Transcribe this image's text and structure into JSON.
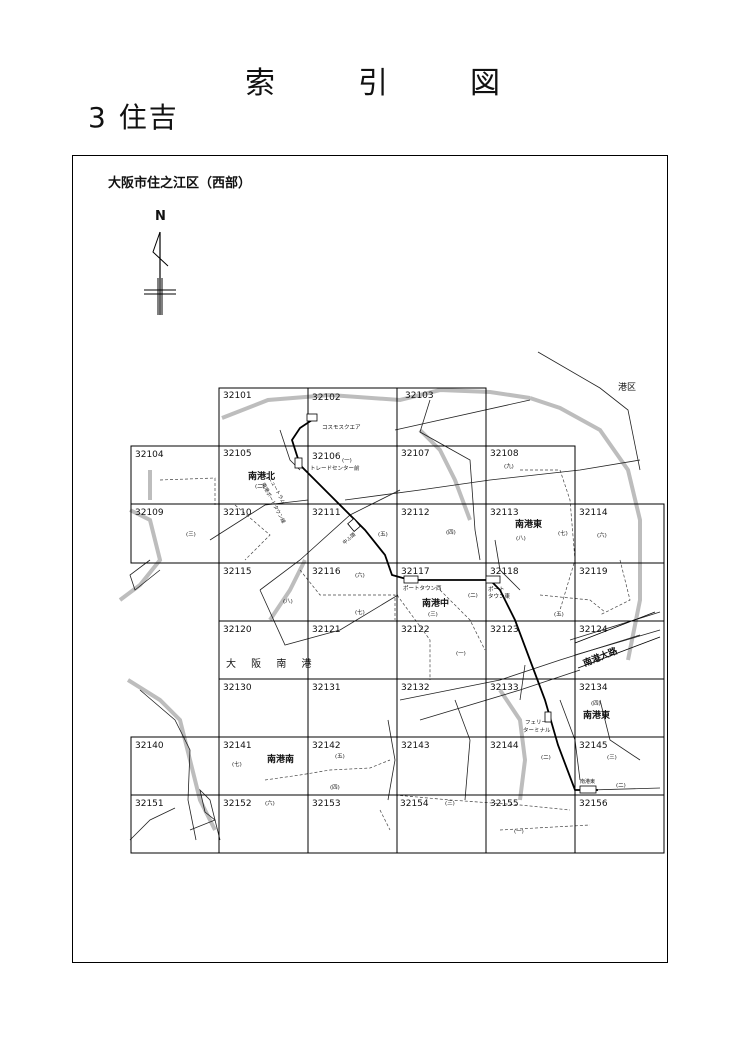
{
  "title_chars": [
    "索",
    "引",
    "図"
  ],
  "subtitle": "3 住吉",
  "ward_label": "大阪市住之江区（西部）",
  "north_label": "N",
  "port_label": "港区",
  "road_label": "南港大路",
  "cells": [
    "32101",
    "32102",
    "32103",
    "32104",
    "32105",
    "32106",
    "32107",
    "32108",
    "32109",
    "32110",
    "32111",
    "32112",
    "32113",
    "32114",
    "32115",
    "32116",
    "32117",
    "32118",
    "32119",
    "32120",
    "32121",
    "32122",
    "32123",
    "32124",
    "32130",
    "32131",
    "32132",
    "32133",
    "32134",
    "32140",
    "32141",
    "32142",
    "32143",
    "32144",
    "32145",
    "32151",
    "32152",
    "32153",
    "32154",
    "32155",
    "32156"
  ],
  "areas": {
    "nanko_kita": "南港北",
    "nanko_higashi_1": "南港東",
    "nanko_naka": "南港中",
    "osaka_nanko": "大 阪 南 港",
    "nanko_higashi_2": "南港東",
    "nanko_minami": "南港南"
  },
  "stations": {
    "cosmo_square": "コスモスクエア",
    "trade_center": "トレードセンター前",
    "nakafuto": "中ふ頭",
    "port_town_west": "ポートタウン西",
    "port_town_east_1": "ポート",
    "port_town_east_2": "タウン東",
    "ferry_1": "フェリー",
    "ferry_2": "ターミナル",
    "nanko_higashi_st": "南港東"
  },
  "line_name": {
    "line1": "ニュートラム",
    "line2": "南港ポートタウン線"
  },
  "chome": {
    "c32105": "(二)",
    "c32106": "(一)",
    "c32108": "(九)",
    "c32109": "(三)",
    "c32111": "(五)",
    "c32112": "(四)",
    "c32113a": "(八)",
    "c32113b": "(七)",
    "c32114": "(六)",
    "c32115": "(八)",
    "c32116a": "(六)",
    "c32116b": "(七)",
    "c32117a": "(三)",
    "c32117b": "(二)",
    "c32118": "(五)",
    "c32122": "(一)",
    "c32134": "(四)",
    "c32141": "(七)",
    "c32142a": "(五)",
    "c32142b": "(四)",
    "c32144": "(二)",
    "c32145a": "(三)",
    "c32145b": "(二)",
    "c32152": "(六)",
    "c32154": "(三)",
    "c32155": "(一)"
  }
}
